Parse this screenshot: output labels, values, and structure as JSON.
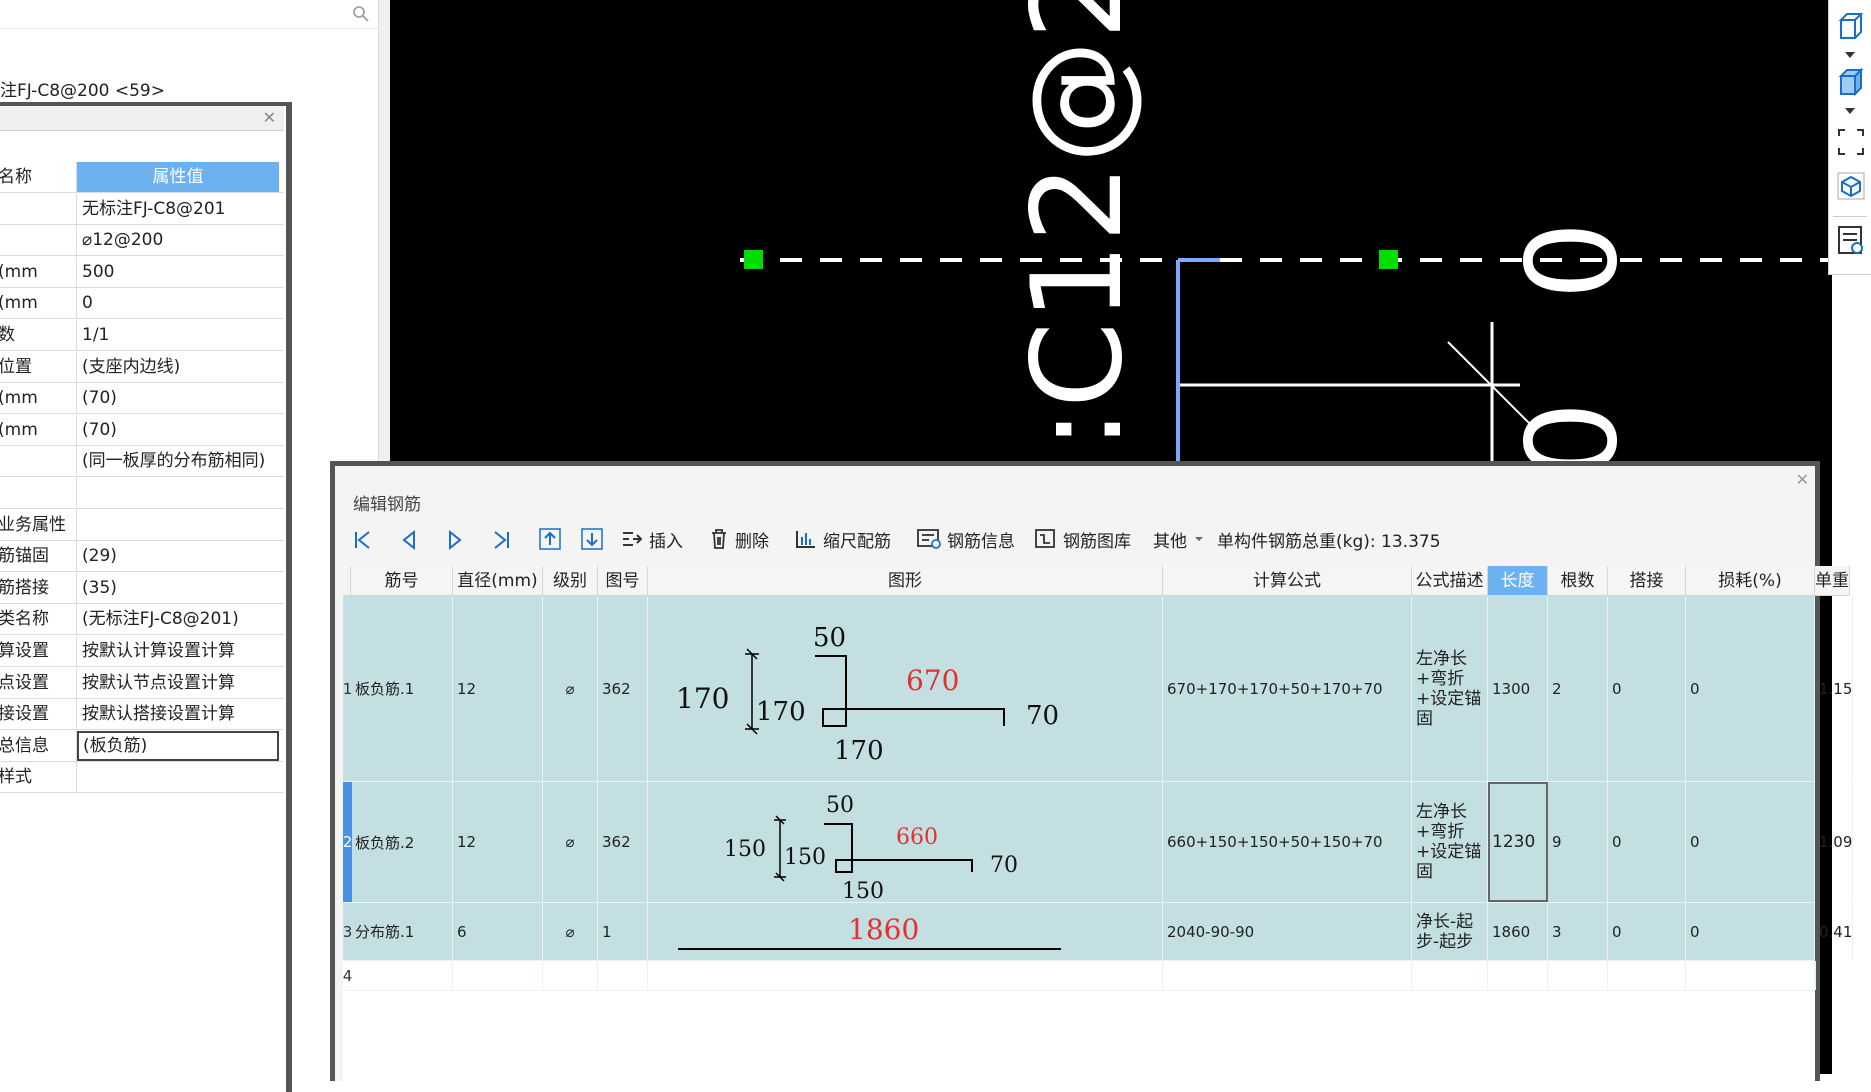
{
  "left_panel": {
    "search_icon": "search-icon",
    "tree_item": "注FJ-C8@200 <59>"
  },
  "properties": {
    "header_name": "名称",
    "header_value": "属性值",
    "rows": [
      {
        "name": "",
        "value": "无标注FJ-C8@201"
      },
      {
        "name": "",
        "value": "⌀12@200"
      },
      {
        "name": "mm)",
        "value": "500"
      },
      {
        "name": "mm)",
        "value": "0"
      },
      {
        "name": "数",
        "value": "1/1"
      },
      {
        "name": "位置",
        "value": "(支座内边线)"
      },
      {
        "name": "mm)",
        "value": "(70)"
      },
      {
        "name": "mm)",
        "value": "(70)"
      },
      {
        "name": "",
        "value": "(同一板厚的分布筋相同)"
      },
      {
        "name": "",
        "value": ""
      },
      {
        "name": "业务属性",
        "value": ""
      },
      {
        "name": "筋锚固",
        "value": "(29)"
      },
      {
        "name": "筋搭接",
        "value": "(35)"
      },
      {
        "name": "类名称",
        "value": "(无标注FJ-C8@201)"
      },
      {
        "name": "算设置",
        "value": "按默认计算设置计算"
      },
      {
        "name": "点设置",
        "value": "按默认节点设置计算"
      },
      {
        "name": "接设置",
        "value": "按默认搭接设置计算"
      },
      {
        "name": "总信息",
        "value": "(板负筋)"
      },
      {
        "name": "样式",
        "value": ""
      }
    ]
  },
  "cad": {
    "vertical_text": ":C12@2",
    "dim_text": "0",
    "dim_text2": "0",
    "grip_color": "#00dd00"
  },
  "rebar_editor": {
    "title": "编辑钢筋",
    "toolbar": {
      "insert": "插入",
      "delete": "删除",
      "scale": "缩尺配筋",
      "info": "钢筋信息",
      "library": "钢筋图库",
      "other": "其他",
      "weight": "单构件钢筋总重(kg): 13.375"
    },
    "columns": [
      "筋号",
      "直径(mm)",
      "级别",
      "图号",
      "图形",
      "计算公式",
      "公式描述",
      "长度",
      "根数",
      "搭接",
      "损耗(%)",
      "单重"
    ],
    "rows": [
      {
        "num": "1",
        "name": "板负筋.1",
        "dia": "12",
        "grade": "⌀",
        "fig": "362",
        "shape": {
          "top": "50",
          "left": "170",
          "vert": "170",
          "bottom": "170",
          "main": "670",
          "right": "70"
        },
        "formula": "670+170+170+50+170+70",
        "desc": "左净长+弯折+设定锚固",
        "len": "1300",
        "count": "2",
        "lap": "0",
        "loss": "0",
        "unit": "1.15"
      },
      {
        "num": "2",
        "name": "板负筋.2",
        "dia": "12",
        "grade": "⌀",
        "fig": "362",
        "shape": {
          "top": "50",
          "left": "150",
          "vert": "150",
          "bottom": "150",
          "main": "660",
          "right": "70"
        },
        "formula": "660+150+150+50+150+70",
        "desc": "左净长+弯折+设定锚固",
        "len": "1230",
        "count": "9",
        "lap": "0",
        "loss": "0",
        "unit": "1.09"
      },
      {
        "num": "3",
        "name": "分布筋.1",
        "dia": "6",
        "grade": "⌀",
        "fig": "1",
        "shape": {
          "main": "1860"
        },
        "formula": "2040-90-90",
        "desc": "净长-起步-起步",
        "len": "1860",
        "count": "3",
        "lap": "0",
        "loss": "0",
        "unit": "0.41"
      },
      {
        "num": "4"
      }
    ]
  }
}
